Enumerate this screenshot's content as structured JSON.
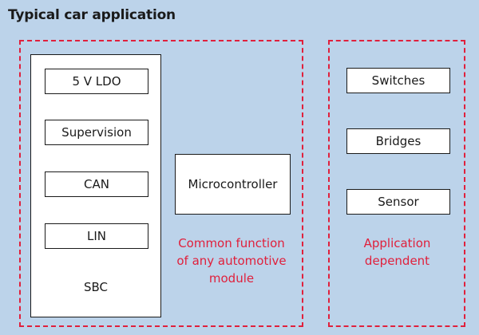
{
  "title": "Typical car application",
  "sbc": {
    "label": "SBC",
    "blocks": [
      "5 V LDO",
      "Supervision",
      "CAN",
      "LIN"
    ]
  },
  "microcontroller": "Microcontroller",
  "common_caption": "Common function\nof any automotive\nmodule",
  "application_blocks": [
    "Switches",
    "Bridges",
    "Sensor"
  ],
  "application_caption": "Application\ndependent",
  "colors": {
    "background": "#bcd3ea",
    "dashed_border": "#e0203c",
    "caption_text": "#e0203c"
  }
}
